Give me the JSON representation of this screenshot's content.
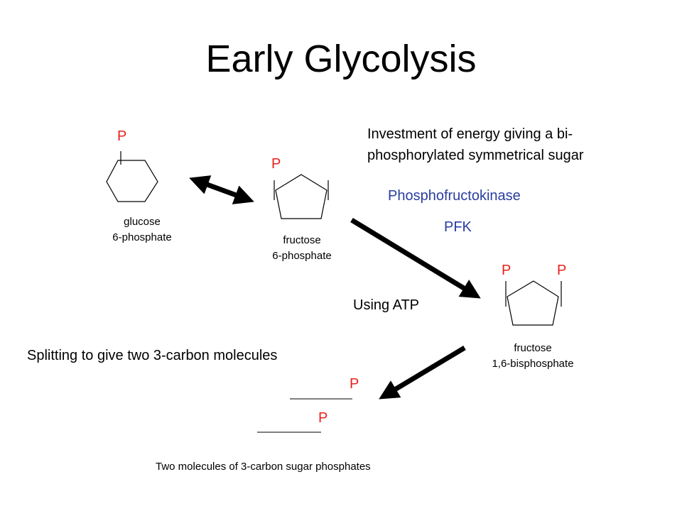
{
  "title": "Early Glycolysis",
  "colors": {
    "phosphate": "#e8221b",
    "enzyme": "#2a3d9e",
    "text": "#000000"
  },
  "molecules": {
    "glucose_6p": {
      "line1": "glucose",
      "line2": "6-phosphate",
      "phosphate": "P"
    },
    "fructose_6p": {
      "line1": "fructose",
      "line2": "6-phosphate",
      "phosphate": "P"
    },
    "fructose_16bp": {
      "line1": "fructose",
      "line2": "1,6-bisphosphate",
      "phosphate_left": "P",
      "phosphate_right": "P"
    },
    "three_carbon_1": {
      "phosphate": "P"
    },
    "three_carbon_2": {
      "phosphate": "P"
    }
  },
  "annotations": {
    "investment_line1": "Investment of energy giving a bi-",
    "investment_line2": "phosphorylated symmetrical sugar",
    "enzyme_name": "Phosphofructokinase",
    "enzyme_abbrev": "PFK",
    "using_atp": "Using ATP",
    "splitting": "Splitting to give two 3-carbon molecules",
    "two_molecules": "Two molecules of 3-carbon sugar phosphates"
  }
}
